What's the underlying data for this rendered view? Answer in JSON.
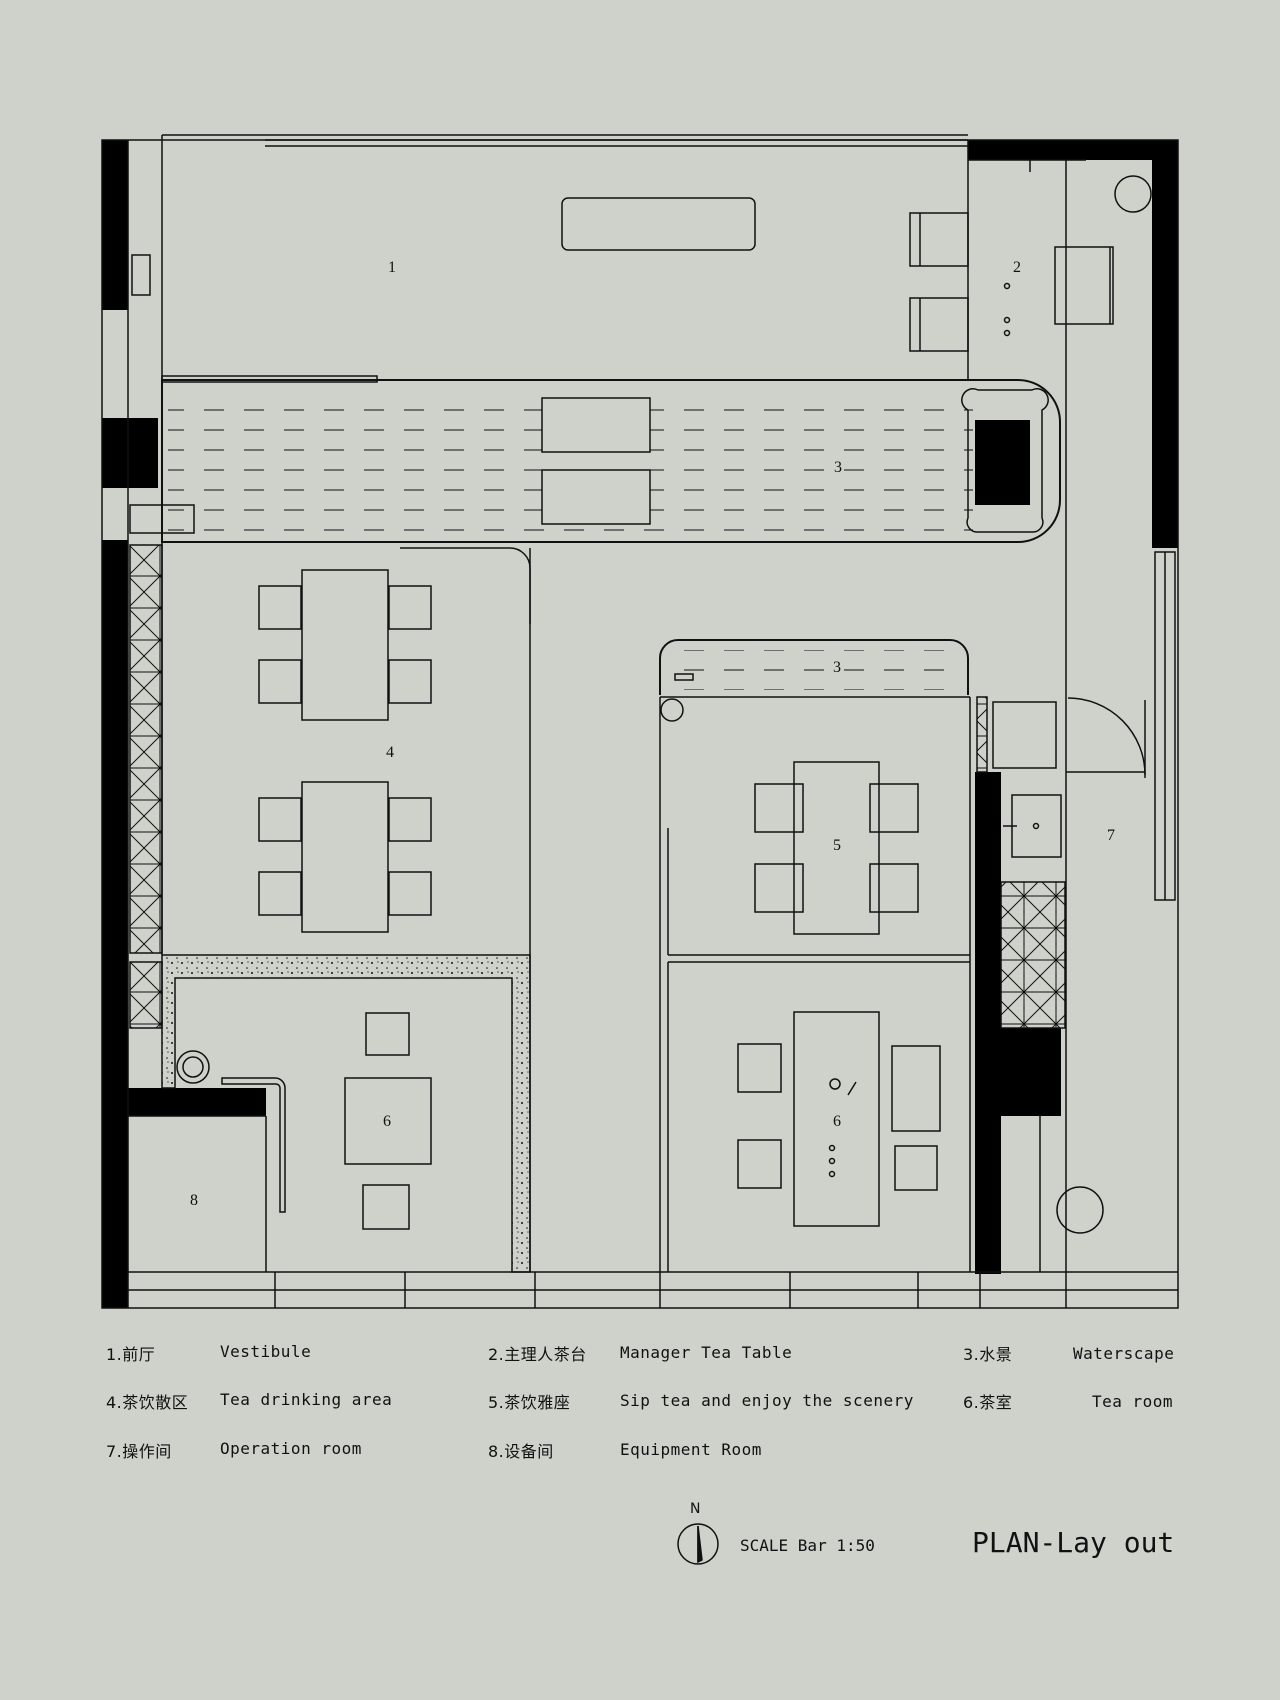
{
  "rooms": {
    "r1": "1",
    "r2": "2",
    "r3a": "3",
    "r3b": "3",
    "r4": "4",
    "r5": "5",
    "r6a": "6",
    "r6b": "6",
    "r7": "7",
    "r8": "8"
  },
  "legend": [
    {
      "num_cn": "1.前厅",
      "en": "Vestibule"
    },
    {
      "num_cn": "2.主理人茶台",
      "en": "Manager Tea Table"
    },
    {
      "num_cn": "3.水景",
      "en": "Waterscape"
    },
    {
      "num_cn": "4.茶饮散区",
      "en": "Tea drinking area"
    },
    {
      "num_cn": "5.茶饮雅座",
      "en": "Sip tea and enjoy the scenery"
    },
    {
      "num_cn": "6.茶室",
      "en": "Tea room"
    },
    {
      "num_cn": "7.操作间",
      "en": "Operation room"
    },
    {
      "num_cn": "8.设备间",
      "en": "Equipment Room"
    }
  ],
  "north_label": "N",
  "scale_text": "SCALE Bar 1:50",
  "plan_title": "PLAN-Lay out"
}
